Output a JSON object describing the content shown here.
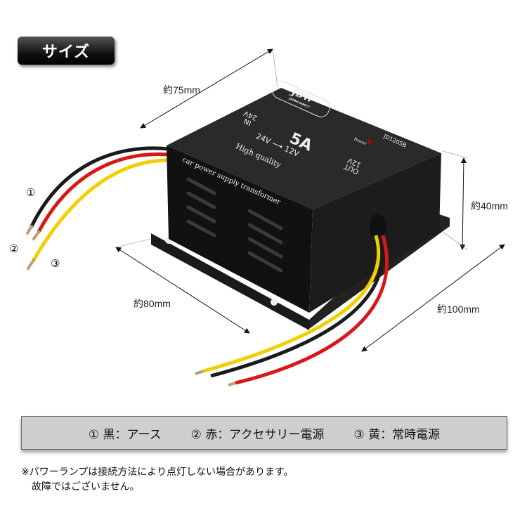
{
  "badge": {
    "label": "サイズ"
  },
  "dimensions": {
    "width": "約75mm",
    "height": "約40mm",
    "depth": "約80mm",
    "cable": "約100mm"
  },
  "device": {
    "brand": "JDW",
    "brand_sub": "JAPAN DIRECT",
    "in_label": "IN",
    "in_voltage": "24V",
    "current": "5A",
    "conversion": "24V ⟶ 12V",
    "tagline1": "High quality",
    "tagline2": "car power supply transformer",
    "power_label": "Power",
    "model": "JD1205B",
    "out_label": "OUT",
    "out_voltage": "12V"
  },
  "wire_markers": [
    "①",
    "②",
    "③"
  ],
  "legend": [
    {
      "num": "①",
      "text": "黒：アース"
    },
    {
      "num": "②",
      "text": "赤：アクセサリー電源"
    },
    {
      "num": "③",
      "text": "黄：常時電源"
    }
  ],
  "colors": {
    "black_wire": "#1a1a1a",
    "red_wire": "#d81818",
    "yellow_wire": "#f0d000",
    "led": "#c00000"
  },
  "note": {
    "line1": "※パワーランプは接続方法により点灯しない場合があります。",
    "line2": "故障ではございません。"
  }
}
